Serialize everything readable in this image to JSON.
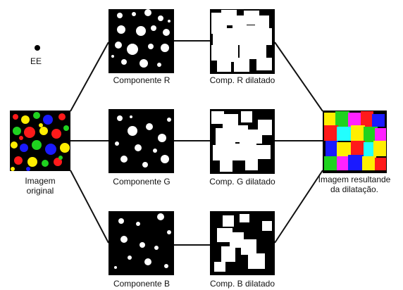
{
  "diagram": {
    "structuring_element_label": "EE",
    "input": {
      "line1": "Imagem",
      "line2": "original"
    },
    "components": {
      "r": "Componente R",
      "g": "Componente G",
      "b": "Componente B"
    },
    "dilated": {
      "r": "Comp. R dilatado",
      "g": "Comp. G dilatado",
      "b": "Comp. B dilatado"
    },
    "output": {
      "line1": "Imagem  resultande",
      "line2": "da dilatação."
    },
    "colors": {
      "background": "#000000",
      "foreground": "#ffffff",
      "red": "#ff1a1a",
      "green": "#1fd21f",
      "blue": "#1a1aff",
      "yellow": "#ffee00",
      "magenta": "#ff22ff",
      "cyan": "#22ffff"
    }
  }
}
